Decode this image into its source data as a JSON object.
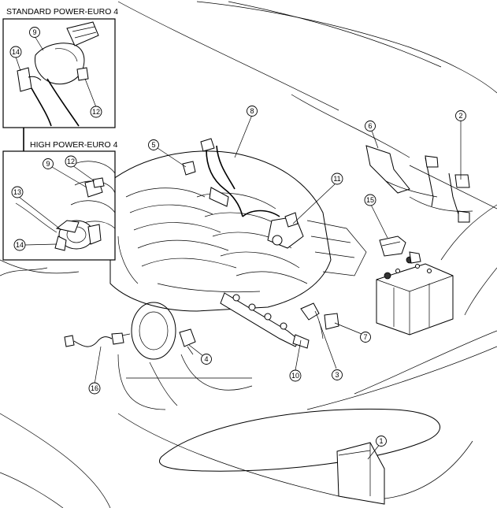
{
  "insets": {
    "standard": {
      "title": "STANDARD POWER-EURO 4"
    },
    "high": {
      "title": "HIGH POWER-EURO 4"
    }
  },
  "callouts": {
    "c1": "1",
    "c2": "2",
    "c3": "3",
    "c4": "4",
    "c5": "5",
    "c6": "6",
    "c7": "7",
    "c8": "8",
    "c10": "10",
    "c11": "11",
    "c15": "15",
    "c16": "16",
    "std9": "9",
    "std12": "12",
    "std14": "14",
    "hp9": "9",
    "hp12": "12",
    "hp13": "13",
    "hp14": "14"
  }
}
